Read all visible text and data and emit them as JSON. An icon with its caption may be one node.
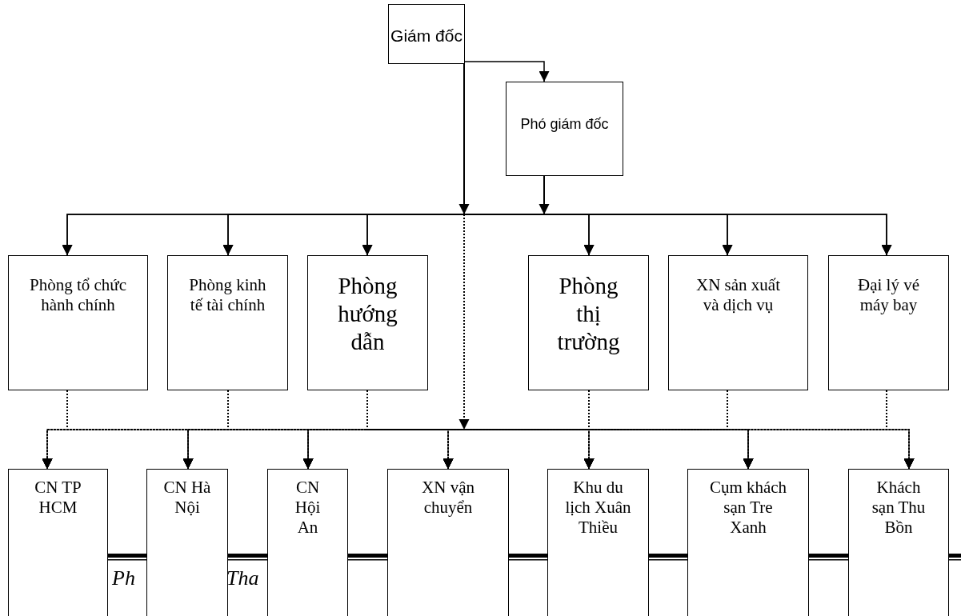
{
  "diagram": {
    "nodes": [
      {
        "text": [
          "Giám đốc"
        ]
      },
      {
        "text": [
          "Phó giám đốc"
        ]
      },
      {
        "text": [
          "Phòng tổ chức hành chính"
        ]
      },
      {
        "text": [
          "Phòng kinh tế tài chính"
        ]
      },
      {
        "text": [
          "Phòng hướng dẫn"
        ]
      },
      {
        "text": [
          "Phòng thị trường"
        ]
      },
      {
        "text": [
          "XN sản xuất và dịch vụ"
        ]
      },
      {
        "text": [
          "Đại lý vé máy bay"
        ]
      },
      {
        "text": [
          "CN TP HCM"
        ]
      },
      {
        "text": [
          "CN Hà Nội"
        ]
      },
      {
        "text": [
          "CN Hội An"
        ]
      },
      {
        "text": [
          "XN vận chuyển"
        ]
      },
      {
        "text": [
          "Khu du lịch Xuân Thiều"
        ]
      },
      {
        "text": [
          "Cụm khách sạn Tre Xanh"
        ]
      },
      {
        "text": [
          "Khách sạn Thu Bồn"
        ]
      }
    ],
    "edges": [
      {
        "from": 0,
        "to": 1,
        "arrow": "to"
      },
      {
        "from": 0,
        "to": 2,
        "arrow": "to"
      },
      {
        "from": 0,
        "to": 3,
        "arrow": "to"
      },
      {
        "from": 0,
        "to": 4,
        "arrow": "to"
      },
      {
        "from": 0,
        "to": 5,
        "arrow": "to"
      },
      {
        "from": 0,
        "to": 6,
        "arrow": "to"
      },
      {
        "from": 0,
        "to": 7,
        "arrow": "to"
      },
      {
        "from": 1,
        "to": 2,
        "arrow": "to"
      },
      {
        "from": 1,
        "to": 3,
        "arrow": "to"
      },
      {
        "from": 1,
        "to": 4,
        "arrow": "to"
      },
      {
        "from": 1,
        "to": 5,
        "arrow": "to"
      },
      {
        "from": 1,
        "to": 6,
        "arrow": "to"
      },
      {
        "from": 1,
        "to": 7,
        "arrow": "to"
      },
      {
        "from": 0,
        "to": 8,
        "arrow": "to",
        "style": "dashed"
      },
      {
        "from": 0,
        "to": 9,
        "arrow": "to",
        "style": "dashed"
      },
      {
        "from": 0,
        "to": 10,
        "arrow": "to",
        "style": "dashed"
      },
      {
        "from": 0,
        "to": 11,
        "arrow": "to",
        "style": "dashed"
      },
      {
        "from": 0,
        "to": 12,
        "arrow": "to",
        "style": "dashed"
      },
      {
        "from": 0,
        "to": 13,
        "arrow": "to",
        "style": "dashed"
      },
      {
        "from": 0,
        "to": 14,
        "arrow": "to",
        "style": "dashed"
      },
      {
        "from": 2,
        "to": 8,
        "arrow": "to",
        "style": "dashed"
      },
      {
        "from": 2,
        "to": 9,
        "arrow": "to",
        "style": "dashed"
      },
      {
        "from": 2,
        "to": 10,
        "arrow": "to",
        "style": "dashed"
      },
      {
        "from": 2,
        "to": 11,
        "arrow": "to",
        "style": "dashed"
      },
      {
        "from": 2,
        "to": 12,
        "arrow": "to",
        "style": "dashed"
      },
      {
        "from": 2,
        "to": 13,
        "arrow": "to",
        "style": "dashed"
      },
      {
        "from": 2,
        "to": 14,
        "arrow": "to",
        "style": "dashed"
      },
      {
        "from": 3,
        "to": 8,
        "arrow": "to",
        "style": "dashed"
      },
      {
        "from": 3,
        "to": 9,
        "arrow": "to",
        "style": "dashed"
      },
      {
        "from": 3,
        "to": 10,
        "arrow": "to",
        "style": "dashed"
      },
      {
        "from": 3,
        "to": 11,
        "arrow": "to",
        "style": "dashed"
      },
      {
        "from": 3,
        "to": 12,
        "arrow": "to",
        "style": "dashed"
      },
      {
        "from": 3,
        "to": 13,
        "arrow": "to",
        "style": "dashed"
      },
      {
        "from": 3,
        "to": 14,
        "arrow": "to",
        "style": "dashed"
      },
      {
        "from": 4,
        "to": 8,
        "arrow": "to",
        "style": "dashed"
      },
      {
        "from": 4,
        "to": 9,
        "arrow": "to",
        "style": "dashed"
      },
      {
        "from": 4,
        "to": 10,
        "arrow": "to",
        "style": "dashed"
      },
      {
        "from": 4,
        "to": 11,
        "arrow": "to",
        "style": "dashed"
      },
      {
        "from": 4,
        "to": 12,
        "arrow": "to",
        "style": "dashed"
      },
      {
        "from": 4,
        "to": 13,
        "arrow": "to",
        "style": "dashed"
      },
      {
        "from": 4,
        "to": 14,
        "arrow": "to",
        "style": "dashed"
      },
      {
        "from": 5,
        "to": 8,
        "arrow": "to",
        "style": "dashed"
      },
      {
        "from": 5,
        "to": 9,
        "arrow": "to",
        "style": "dashed"
      },
      {
        "from": 5,
        "to": 10,
        "arrow": "to",
        "style": "dashed"
      },
      {
        "from": 5,
        "to": 11,
        "arrow": "to",
        "style": "dashed"
      },
      {
        "from": 5,
        "to": 12,
        "arrow": "to",
        "style": "dashed"
      },
      {
        "from": 5,
        "to": 13,
        "arrow": "to",
        "style": "dashed"
      },
      {
        "from": 5,
        "to": 14,
        "arrow": "to",
        "style": "dashed"
      },
      {
        "from": 6,
        "to": 8,
        "arrow": "to",
        "style": "dashed"
      },
      {
        "from": 6,
        "to": 9,
        "arrow": "to",
        "style": "dashed"
      },
      {
        "from": 6,
        "to": 10,
        "arrow": "to",
        "style": "dashed"
      },
      {
        "from": 6,
        "to": 11,
        "arrow": "to",
        "style": "dashed"
      },
      {
        "from": 6,
        "to": 12,
        "arrow": "to",
        "style": "dashed"
      },
      {
        "from": 6,
        "to": 13,
        "arrow": "to",
        "style": "dashed"
      },
      {
        "from": 6,
        "to": 14,
        "arrow": "to",
        "style": "dashed"
      },
      {
        "from": 7,
        "to": 8,
        "arrow": "to",
        "style": "dashed"
      },
      {
        "from": 7,
        "to": 9,
        "arrow": "to",
        "style": "dashed"
      },
      {
        "from": 7,
        "to": 10,
        "arrow": "to",
        "style": "dashed"
      },
      {
        "from": 7,
        "to": 11,
        "arrow": "to",
        "style": "dashed"
      },
      {
        "from": 7,
        "to": 12,
        "arrow": "to",
        "style": "dashed"
      },
      {
        "from": 7,
        "to": 13,
        "arrow": "to",
        "style": "dashed"
      },
      {
        "from": 7,
        "to": 14,
        "arrow": "to",
        "style": "dashed"
      }
    ],
    "labels": [
      "Ph",
      "Tha"
    ]
  }
}
